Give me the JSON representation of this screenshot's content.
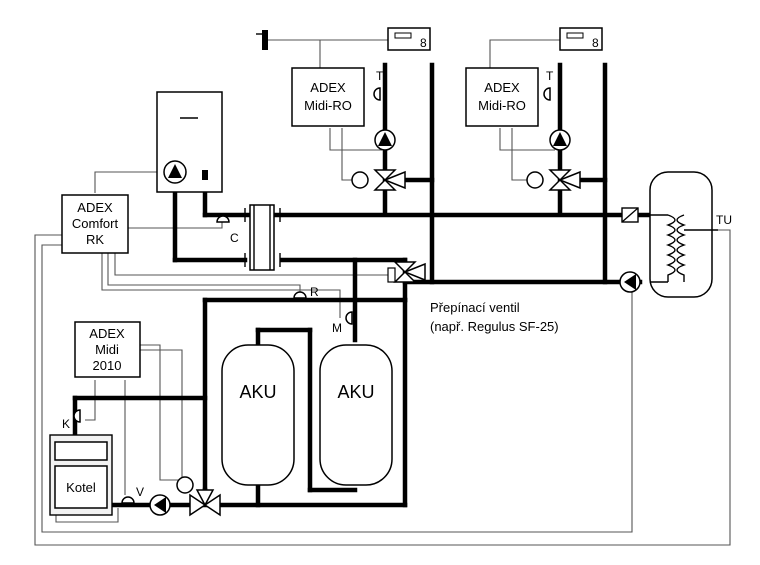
{
  "labels": {
    "adex_ro_1": [
      "ADEX",
      "Midi-RO"
    ],
    "adex_ro_2": [
      "ADEX",
      "Midi-RO"
    ],
    "adex_comfort": [
      "ADEX",
      "Comfort",
      "RK"
    ],
    "adex_midi_2010": [
      "ADEX",
      "Midi",
      "2010"
    ],
    "aku_1": "AKU",
    "aku_2": "AKU",
    "kotel": "Kotel",
    "valve_note": [
      "Přepínací ventil",
      "(např. Regulus SF-25)"
    ],
    "sensor_T1": "T",
    "sensor_T2": "T",
    "sensor_C": "C",
    "sensor_R": "R",
    "sensor_M": "M",
    "sensor_K": "K",
    "sensor_V": "V",
    "sensor_TU": "TU"
  }
}
